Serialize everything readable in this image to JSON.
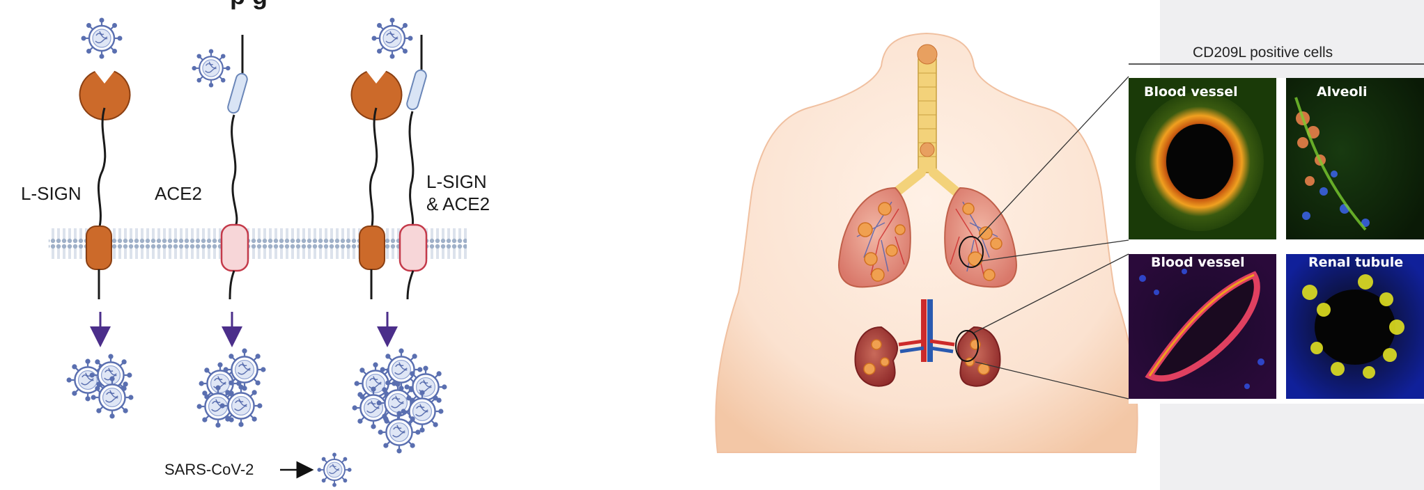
{
  "receptors": {
    "lsign_label": "L-SIGN",
    "ace2_label": "ACE2",
    "combined_label_line1": "L-SIGN",
    "combined_label_line2": "& ACE2"
  },
  "legend": {
    "virus_label": "SARS-CoV-2"
  },
  "microscopy": {
    "header": "CD209L positive cells",
    "panels": [
      {
        "label": "Blood vessel"
      },
      {
        "label": "Alveoli"
      },
      {
        "label": "Blood vessel"
      },
      {
        "label": "Renal tubule"
      }
    ]
  },
  "colors": {
    "lsign": "#cc6a2a",
    "ace2_fill": "#f7d6d8",
    "ace2_stroke": "#c43a4a",
    "virus": "#5a6fb0",
    "membrane": "#9fb0c8",
    "arrow": "#4b2e8a",
    "skin": "#f9ddc8",
    "lung": "#e79a86",
    "kidney": "#b5413c",
    "sidebar": "#efeff1"
  },
  "icons": [
    "virus-icon",
    "down-arrow-icon",
    "right-arrow-icon"
  ]
}
